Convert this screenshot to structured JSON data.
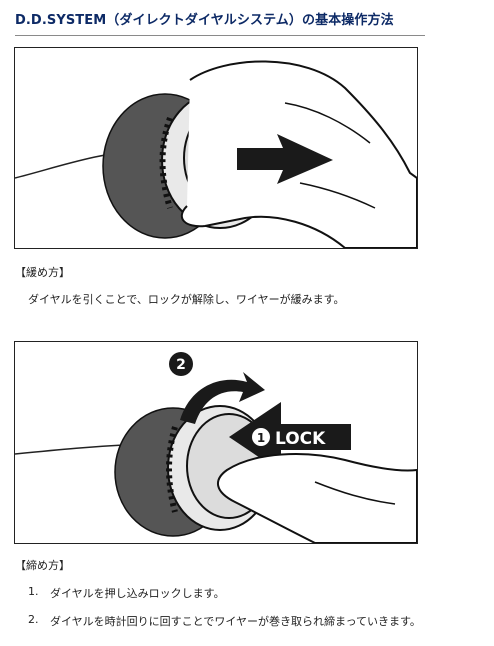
{
  "page": {
    "title": "D.D.SYSTEM（ダイレクトダイヤルシステム）の基本操作方法"
  },
  "loosen": {
    "heading": "【緩め方】",
    "description": "ダイヤルを引くことで、ロックが解除し、ワイヤーが緩みます。"
  },
  "tighten": {
    "heading": "【締め方】",
    "step_badge": "2",
    "lock_badge": "1",
    "lock_label": "LOCK",
    "steps": [
      {
        "num": "1.",
        "text": "ダイヤルを押し込みロックします。"
      },
      {
        "num": "2.",
        "text": "ダイヤルを時計回りに回すことでワイヤーが巻き取られ締まっていきます。"
      }
    ]
  },
  "colors": {
    "title": "#0d2a66",
    "dial_dark": "#555555",
    "arrow": "#1a1a1a"
  }
}
